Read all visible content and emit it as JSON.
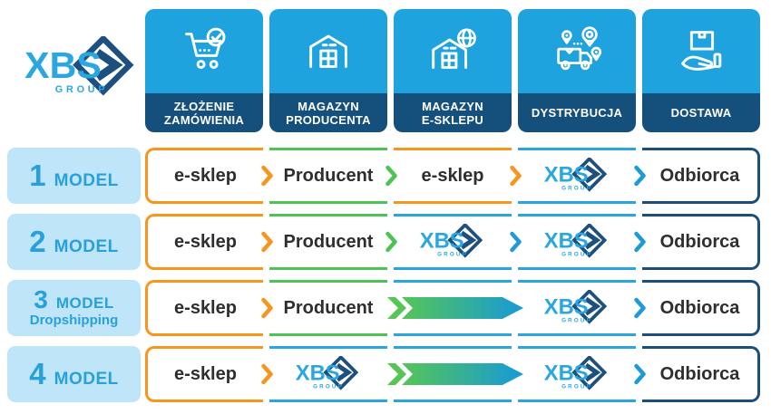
{
  "brand": {
    "name": "XBS",
    "group": "GROUP"
  },
  "colors": {
    "header_blue": "#1EA3DE",
    "header_navy": "#15507D",
    "row_label_bg": "#BEE5F8",
    "row_label_text": "#2AA0DB",
    "orange": "#F7951D",
    "green": "#4DC355",
    "light_blue": "#2BA5DF",
    "navy": "#1C4E7D",
    "gradient_start": "#55C556",
    "gradient_end": "#179AD7"
  },
  "header": {
    "columns": [
      {
        "icon": "cart-check-icon",
        "line1": "ZŁOŻENIE",
        "line2": "ZAMÓWIENIA"
      },
      {
        "icon": "warehouse-icon",
        "line1": "MAGAZYN",
        "line2": "PRODUCENTA"
      },
      {
        "icon": "warehouse-globe-icon",
        "line1": "MAGAZYN",
        "line2": "E-SKLEPU"
      },
      {
        "icon": "truck-pins-icon",
        "line1": "DYSTRYBUCJA",
        "line2": ""
      },
      {
        "icon": "package-hand-icon",
        "line1": "DOSTAWA",
        "line2": ""
      }
    ]
  },
  "rows": [
    {
      "number": "1",
      "label": "MODEL",
      "sublabel": "",
      "cell1": "e-sklep",
      "cell2": "Producent",
      "cell3": "e-sklep",
      "cell5": "Odbiorca"
    },
    {
      "number": "2",
      "label": "MODEL",
      "sublabel": "",
      "cell1": "e-sklep",
      "cell2": "Producent",
      "cell5": "Odbiorca"
    },
    {
      "number": "3",
      "label": "MODEL",
      "sublabel": "Dropshipping",
      "cell1": "e-sklep",
      "cell2": "Producent",
      "cell5": "Odbiorca"
    },
    {
      "number": "4",
      "label": "MODEL",
      "sublabel": "",
      "cell1": "e-sklep",
      "cell5": "Odbiorca"
    }
  ]
}
